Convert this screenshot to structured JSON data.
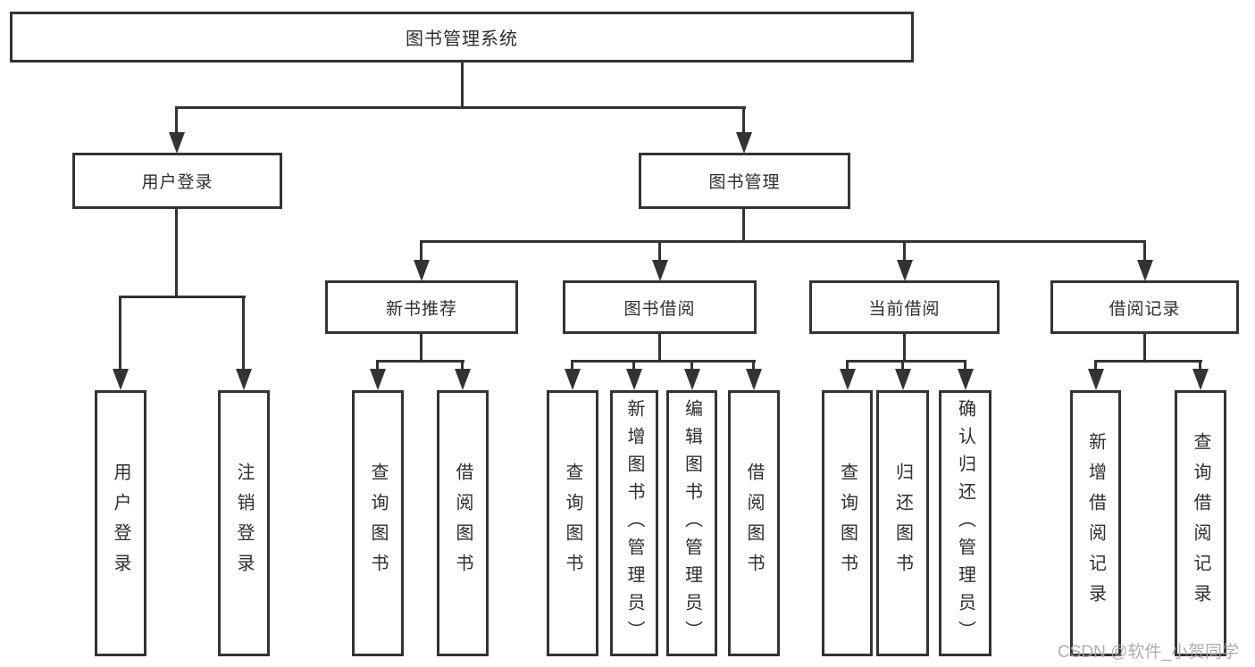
{
  "diagram_title": "图书管理系统",
  "nodes": {
    "root": {
      "label": "图书管理系统"
    },
    "level2": [
      {
        "label": "用户登录"
      },
      {
        "label": "图书管理"
      }
    ],
    "level3": [
      {
        "label": "新书推荐"
      },
      {
        "label": "图书借阅"
      },
      {
        "label": "当前借阅"
      },
      {
        "label": "借阅记录"
      }
    ],
    "leaves": [
      {
        "label": "用户登录"
      },
      {
        "label": "注销登录"
      },
      {
        "label": "查询图书"
      },
      {
        "label": "借阅图书"
      },
      {
        "label": "查询图书"
      },
      {
        "label": "新增图书（管理员）"
      },
      {
        "label": "编辑图书（管理员）"
      },
      {
        "label": "借阅图书"
      },
      {
        "label": "查询图书"
      },
      {
        "label": "归还图书"
      },
      {
        "label": "确认归还（管理员）"
      },
      {
        "label": "新增借阅记录"
      },
      {
        "label": "查询借阅记录"
      }
    ]
  },
  "watermark": {
    "text": "CSDN @软件_小贺同学"
  },
  "colors": {
    "line": "#333333",
    "text": "#2e2e2e",
    "watermark": "#a6a6a6",
    "background": "#ffffff"
  }
}
